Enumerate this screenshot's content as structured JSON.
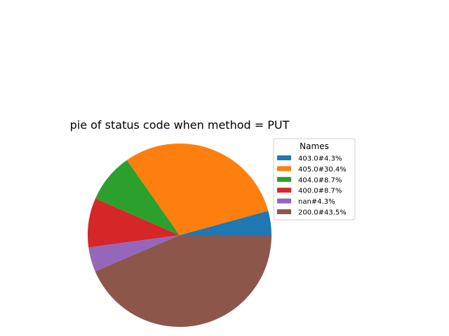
{
  "chart_data": {
    "type": "pie",
    "title": "pie of status code when method = PUT",
    "legend_title": "Names",
    "legend_position": "right",
    "slices": [
      {
        "label": "403.0#4.3%",
        "value": 4.3,
        "color": "#1f77b4"
      },
      {
        "label": "405.0#30.4%",
        "value": 30.4,
        "color": "#ff7f0e"
      },
      {
        "label": "404.0#8.7%",
        "value": 8.7,
        "color": "#2ca02c"
      },
      {
        "label": "400.0#8.7%",
        "value": 8.7,
        "color": "#d62728"
      },
      {
        "label": "nan#4.3%",
        "value": 4.3,
        "color": "#9467bd"
      },
      {
        "label": "200.0#43.5%",
        "value": 43.5,
        "color": "#8c564b"
      }
    ]
  }
}
